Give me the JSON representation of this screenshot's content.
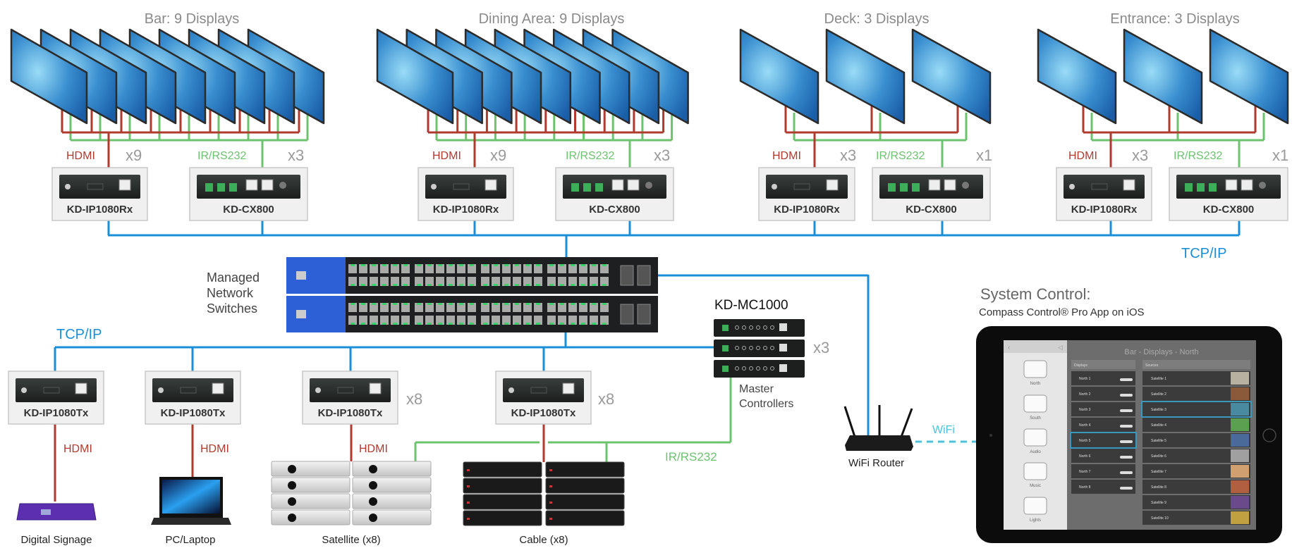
{
  "zones": [
    {
      "title": "Bar: 9 Displays",
      "displays": 9,
      "hdmi_label": "HDMI",
      "hdmi_count": "x9",
      "control_label": "IR/RS232",
      "control_count": "x3",
      "receiver": "KD-IP1080Rx",
      "controller": "KD-CX800"
    },
    {
      "title": "Dining Area: 9 Displays",
      "displays": 9,
      "hdmi_label": "HDMI",
      "hdmi_count": "x9",
      "control_label": "IR/RS232",
      "control_count": "x3",
      "receiver": "KD-IP1080Rx",
      "controller": "KD-CX800"
    },
    {
      "title": "Deck: 3 Displays",
      "displays": 3,
      "hdmi_label": "HDMI",
      "hdmi_count": "x3",
      "control_label": "IR/RS232",
      "control_count": "x1",
      "receiver": "KD-IP1080Rx",
      "controller": "KD-CX800"
    },
    {
      "title": "Entrance: 3 Displays",
      "displays": 3,
      "hdmi_label": "HDMI",
      "hdmi_count": "x3",
      "control_label": "IR/RS232",
      "control_count": "x1",
      "receiver": "KD-IP1080Rx",
      "controller": "KD-CX800"
    }
  ],
  "network": {
    "top_label": "TCP/IP",
    "bottom_label": "TCP/IP",
    "switch_label": [
      "Managed",
      "Network",
      "Switches"
    ]
  },
  "master": {
    "model": "KD-MC1000",
    "count": "x3",
    "label": [
      "Master",
      "Controllers"
    ],
    "control_label": "IR/RS232"
  },
  "sources": [
    {
      "transmitter": "KD-IP1080Tx",
      "link": "HDMI",
      "count": "",
      "name": "Digital Signage"
    },
    {
      "transmitter": "KD-IP1080Tx",
      "link": "HDMI",
      "count": "",
      "name": "PC/Laptop"
    },
    {
      "transmitter": "KD-IP1080Tx",
      "link": "HDMI",
      "count": "x8",
      "name": "Satellite (x8)"
    },
    {
      "transmitter": "KD-IP1080Tx",
      "link": "",
      "count": "x8",
      "name": "Cable (x8)"
    }
  ],
  "router": {
    "label": "WiFi Router",
    "wifi_label": "WiFi"
  },
  "system_control": {
    "title": "System Control:",
    "subtitle": "Compass Control® Pro App on iOS"
  },
  "app": {
    "screen_title": "Bar - Displays - North",
    "sidebar": [
      "North",
      "South",
      "Audio",
      "Music",
      "Lights"
    ],
    "displays_header": "Displays",
    "sources_header": "Sources",
    "displays": [
      "North 1",
      "North 2",
      "North 3",
      "North 4",
      "North 5",
      "North 6",
      "North 7",
      "North 8"
    ],
    "sources": [
      "Satellite 1",
      "Satellite 2",
      "Satellite 3",
      "Satellite 4",
      "Satellite 5",
      "Satellite 6",
      "Satellite 7",
      "Satellite 8",
      "Satellite 9",
      "Satellite 10"
    ],
    "selected_display": 4,
    "selected_source": 2
  },
  "colors": {
    "hdmi": "#b03a2e",
    "ir_rs232": "#6cc36e",
    "tcp_ip": "#1a8fd8",
    "wifi": "#4cc3dd",
    "display": "#1c6fb5",
    "switch_brand": "#2d5fd6",
    "signage": "#5b2fb0"
  }
}
